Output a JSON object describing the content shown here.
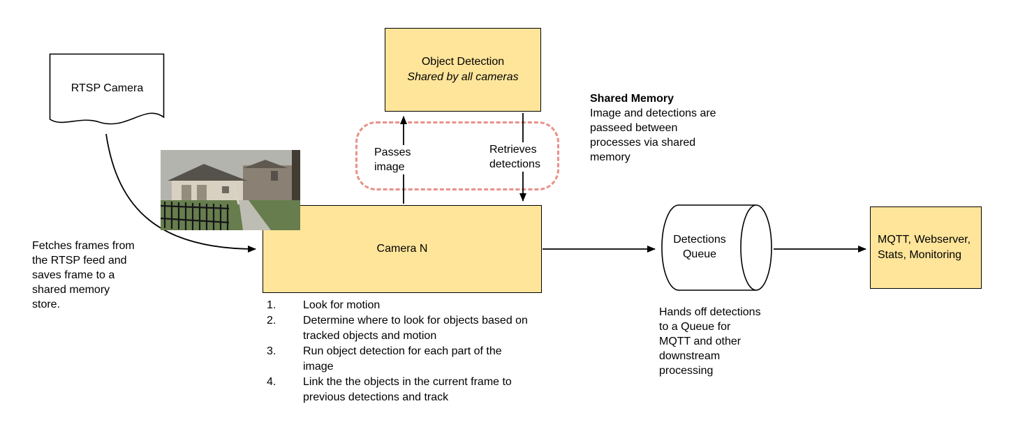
{
  "colors": {
    "node_fill": "#ffe59a",
    "node_border": "#000000",
    "shared_region_border": "#e8918a"
  },
  "nodes": {
    "rtsp_camera": {
      "label": "RTSP Camera"
    },
    "object_detection": {
      "title": "Object Detection",
      "subtitle": "Shared by all cameras"
    },
    "camera_n": {
      "label": "Camera N"
    },
    "detections_queue": {
      "label": "Detections Queue"
    },
    "outputs": {
      "label": "MQTT, Webserver, Stats, Monitoring"
    }
  },
  "edge_labels": {
    "passes_image": "Passes image",
    "retrieves_detections": "Retrieves detections"
  },
  "annotations": {
    "shared_memory": {
      "title": "Shared Memory",
      "lines": [
        "Image and detections are",
        "passeed between",
        "processes via shared",
        "memory"
      ]
    },
    "fetch_note": {
      "lines": [
        "Fetches frames from",
        "the RTSP feed and",
        "saves frame to a",
        "shared memory",
        "store."
      ]
    },
    "queue_note": {
      "lines": [
        "Hands off detections",
        "to a Queue for",
        "MQTT and other",
        "downstream",
        "processing"
      ]
    }
  },
  "camera_steps": [
    "Look for motion",
    "Determine where to look for objects based on tracked objects and motion",
    "Run object detection for each part of the image",
    "Link the the objects in the current frame to previous detections and track"
  ]
}
